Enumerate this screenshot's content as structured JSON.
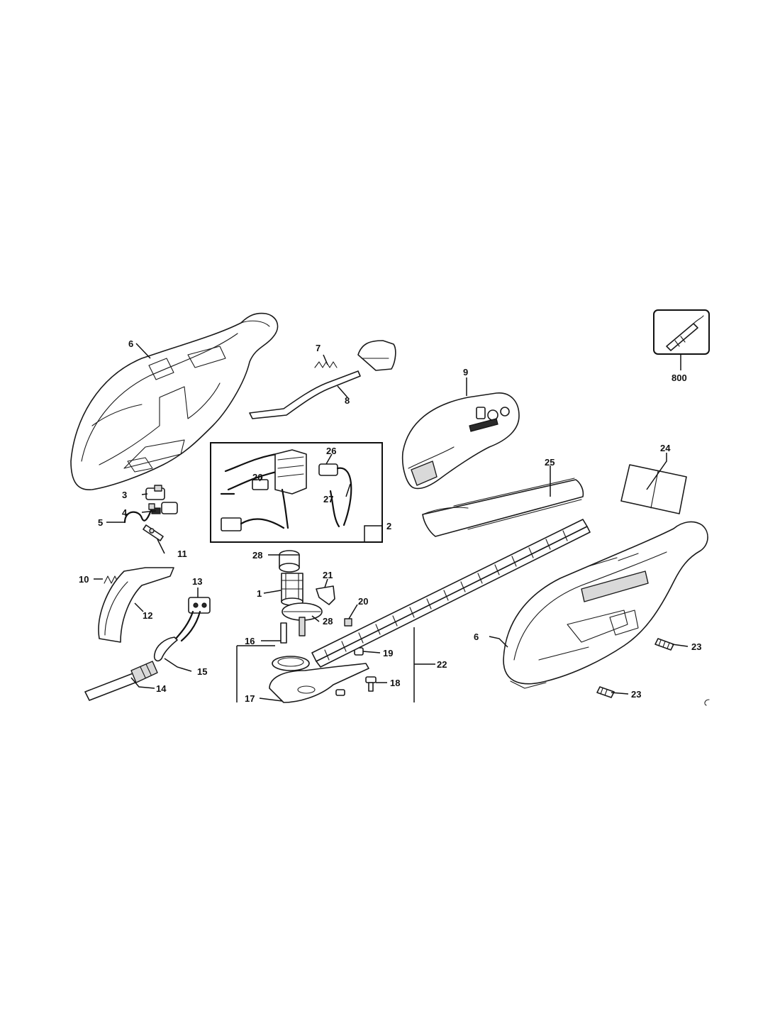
{
  "callouts": {
    "c1": "1",
    "c2": "2",
    "c3": "3",
    "c4": "4",
    "c5": "5",
    "c6_top": "6",
    "c6_bottom": "6",
    "c7": "7",
    "c8": "8",
    "c9": "9",
    "c10": "10",
    "c11": "11",
    "c12": "12",
    "c13": "13",
    "c14": "14",
    "c15": "15",
    "c16": "16",
    "c17": "17",
    "c18": "18",
    "c19": "19",
    "c20": "20",
    "c21": "21",
    "c22": "22",
    "c23_a": "23",
    "c23_b": "23",
    "c24": "24",
    "c25": "25",
    "c26_a": "26",
    "c26_b": "26",
    "c27": "27",
    "c28_a": "28",
    "c28_b": "28",
    "c800": "800"
  }
}
